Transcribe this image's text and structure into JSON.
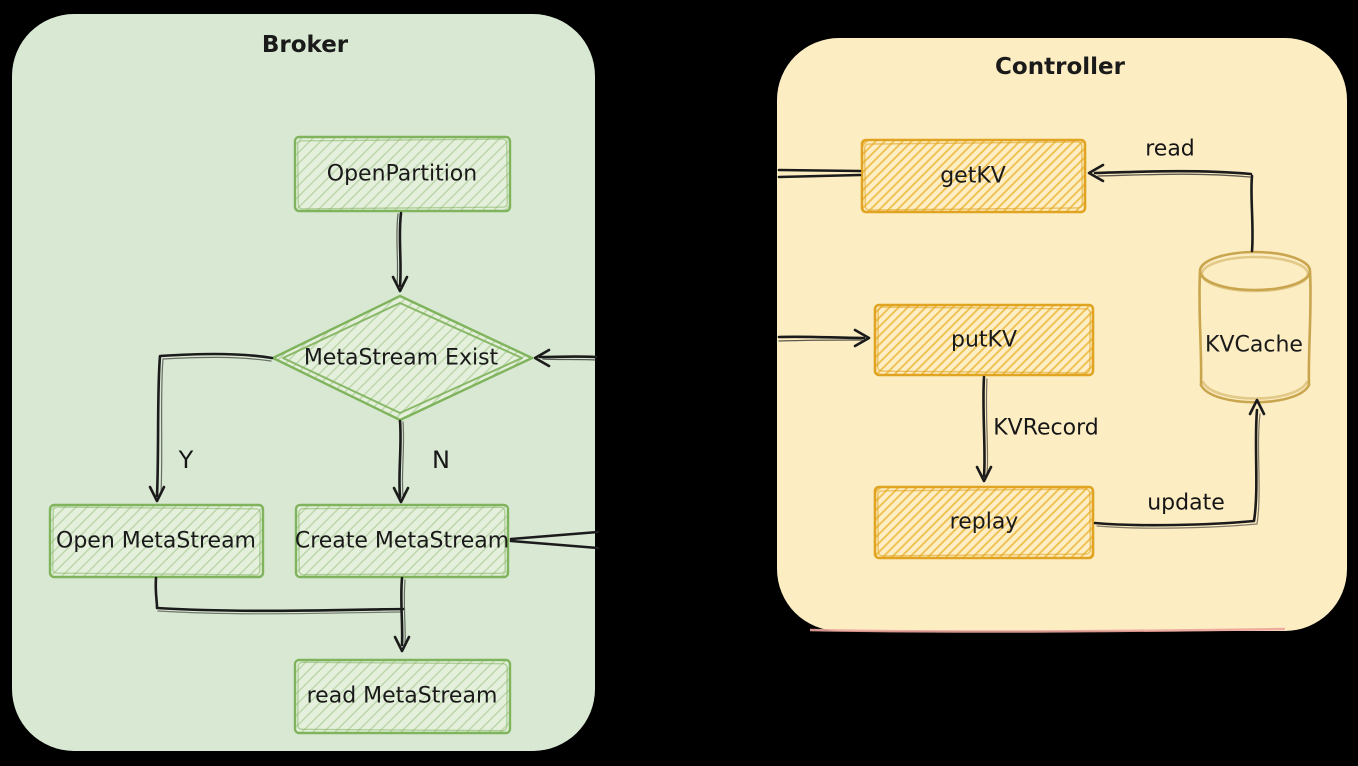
{
  "diagram": {
    "background": "#000000",
    "edge_color": "#1b1b1b"
  },
  "broker": {
    "title": "Broker",
    "container_fill": "#d9e8d3",
    "node_stroke": "#7fb35c",
    "nodes": {
      "open_partition": "OpenPartition",
      "metastream_exist": "MetaStream Exist",
      "open_metastream": "Open MetaStream",
      "create_metastream": "Create MetaStream",
      "read_metastream": "read MetaStream"
    },
    "edge_labels": {
      "yes": "Y",
      "no": "N"
    }
  },
  "controller": {
    "title": "Controller",
    "container_fill": "#fcedc3",
    "container_bottom_stroke": "#eaa49c",
    "node_stroke": "#e0a422",
    "cylinder_stroke": "#c9a54e",
    "nodes": {
      "get_kv": "getKV",
      "put_kv": "putKV",
      "replay": "replay",
      "kv_cache": "KVCache"
    },
    "edge_labels": {
      "read": "read",
      "kv_record": "KVRecord",
      "update": "update"
    }
  }
}
